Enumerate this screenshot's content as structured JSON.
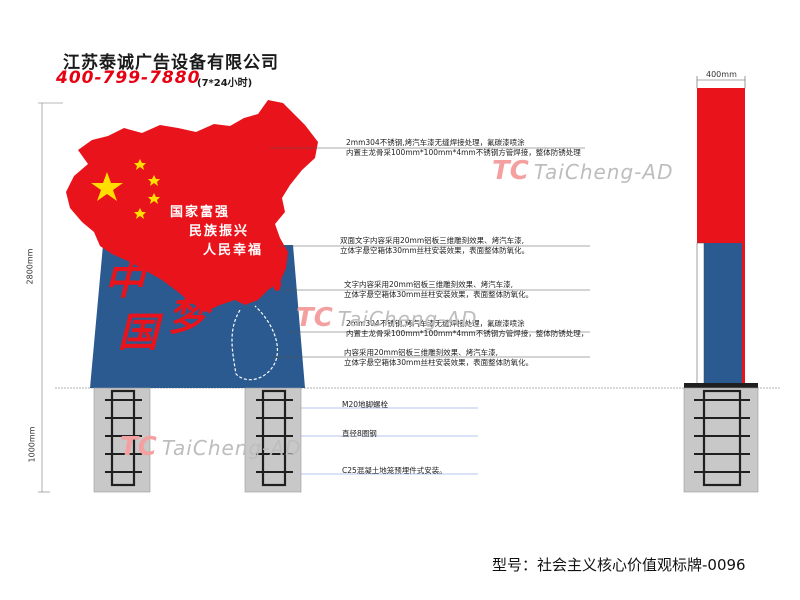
{
  "header": {
    "company": "江苏泰诚广告设备有限公司",
    "phone": "400-799-7880",
    "hours": "(7*24小时)"
  },
  "sign": {
    "slogans": [
      "国家富强",
      "民族振兴",
      "人民幸福"
    ],
    "big_text": [
      "中",
      "国",
      "梦"
    ]
  },
  "dimensions": {
    "side_width": "400mm",
    "front_height": "2800mm",
    "foundation_height": "1000mm"
  },
  "annotations": [
    {
      "lines": [
        "2mm304不锈钢,烤汽车漆无缝焊接处理，氟碳漆喷涂",
        "内置主龙骨采100mm*100mm*4mm不锈钢方管焊接，整体防锈处理"
      ]
    },
    {
      "lines": [
        "双面文字内容采用20mm铝板三维雕刻效果、烤汽车漆,",
        "立体字悬空箱体30mm丝柱安装效果，表面整体防氧化。"
      ]
    },
    {
      "lines": [
        "文字内容采用20mm铝板三维雕刻效果、烤汽车漆,",
        "立体字悬空箱体30mm丝柱安装效果，表面整体防氧化。"
      ]
    },
    {
      "lines": [
        "2mm304不锈钢,烤汽车漆无缝焊接处理，氟碳漆喷涂",
        "内置主龙骨采100mm*100mm*4mm不锈钢方管焊接，整体防锈处理，"
      ]
    },
    {
      "lines": [
        "内容采用20mm铝板三维雕刻效果、烤汽车漆,",
        "立体字悬空箱体30mm丝柱安装效果，表面整体防氧化。"
      ]
    }
  ],
  "foundation_notes": [
    "M20地脚螺栓",
    "直径8圈钢",
    "C25混凝土地笼预埋件式安装。"
  ],
  "watermark": {
    "mark": "TC",
    "text": "TaiCheng-AD"
  },
  "footer": {
    "model": "型号：社会主义核心价值观标牌-0096"
  },
  "colors": {
    "red": "#e8131b",
    "blue": "#2a5a8f",
    "concrete": "#c8c8c8",
    "dark": "#1f1f1f"
  }
}
